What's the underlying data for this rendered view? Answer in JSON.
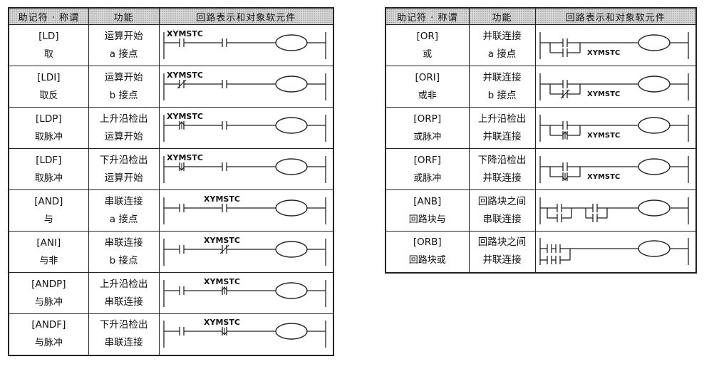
{
  "left_table": {
    "headers": [
      "助记符 · 称谓",
      "功能",
      "回路表示和对象软元件"
    ],
    "rows": [
      {
        "mnemonic": "[LD]",
        "name": "取",
        "func1": "运算开始",
        "func2": "a 接点",
        "circuit": {
          "type": "start",
          "contact": "a",
          "label": "XYMSTC"
        }
      },
      {
        "mnemonic": "[LDI]",
        "name": "取反",
        "func1": "运算开始",
        "func2": "b 接点",
        "circuit": {
          "type": "start",
          "contact": "b",
          "label": "XYMSTC"
        }
      },
      {
        "mnemonic": "[LDP]",
        "name": "取脉冲",
        "func1": "上升沿检出",
        "func2": "运算开始",
        "circuit": {
          "type": "start",
          "contact": "p",
          "label": "XYMSTC"
        }
      },
      {
        "mnemonic": "[LDF]",
        "name": "取脉冲",
        "func1": "下升沿检出",
        "func2": "运算开始",
        "circuit": {
          "type": "start",
          "contact": "f",
          "label": "XYMSTC"
        }
      },
      {
        "mnemonic": "[AND]",
        "name": "与",
        "func1": "串联连接",
        "func2": "a 接点",
        "circuit": {
          "type": "series",
          "contact": "a",
          "label": "XYMSTC"
        }
      },
      {
        "mnemonic": "[ANI]",
        "name": "与非",
        "func1": "串联连接",
        "func2": "b 接点",
        "circuit": {
          "type": "series",
          "contact": "b",
          "label": "XYMSTC"
        }
      },
      {
        "mnemonic": "[ANDP]",
        "name": "与脉冲",
        "func1": "上升沿检出",
        "func2": "串联连接",
        "circuit": {
          "type": "series",
          "contact": "p",
          "label": "XYMSTC"
        }
      },
      {
        "mnemonic": "[ANDF]",
        "name": "与脉冲",
        "func1": "下升沿检出",
        "func2": "串联连接",
        "circuit": {
          "type": "series",
          "contact": "f",
          "label": "XYMSTC"
        }
      }
    ]
  },
  "right_table": {
    "headers": [
      "助记符 · 称谓",
      "功能",
      "回路表示和对象软元件"
    ],
    "rows": [
      {
        "mnemonic": "[OR]",
        "name": "或",
        "func1": "并联连接",
        "func2": "a 接点",
        "circuit": {
          "type": "parallel",
          "contact": "a",
          "label": "XYMSTC"
        }
      },
      {
        "mnemonic": "[ORI]",
        "name": "或非",
        "func1": "并联连接",
        "func2": "b 接点",
        "circuit": {
          "type": "parallel",
          "contact": "b",
          "label": "XYMSTC"
        }
      },
      {
        "mnemonic": "[ORP]",
        "name": "或脉冲",
        "func1": "上升沿检出",
        "func2": "并联连接",
        "circuit": {
          "type": "parallel",
          "contact": "p",
          "label": "XYMSTC"
        }
      },
      {
        "mnemonic": "[ORF]",
        "name": "或脉冲",
        "func1": "下降沿检出",
        "func2": "并联连接",
        "circuit": {
          "type": "parallel",
          "contact": "f",
          "label": "XYMSTC"
        }
      },
      {
        "mnemonic": "[ANB]",
        "name": "回路块与",
        "func1": "回路块之间",
        "func2": "串联连接",
        "circuit": {
          "type": "anb",
          "contact": "a",
          "label": ""
        }
      },
      {
        "mnemonic": "[ORB]",
        "name": "回路块或",
        "func1": "回路块之间",
        "func2": "并联连接",
        "circuit": {
          "type": "orb",
          "contact": "a",
          "label": ""
        }
      }
    ]
  }
}
